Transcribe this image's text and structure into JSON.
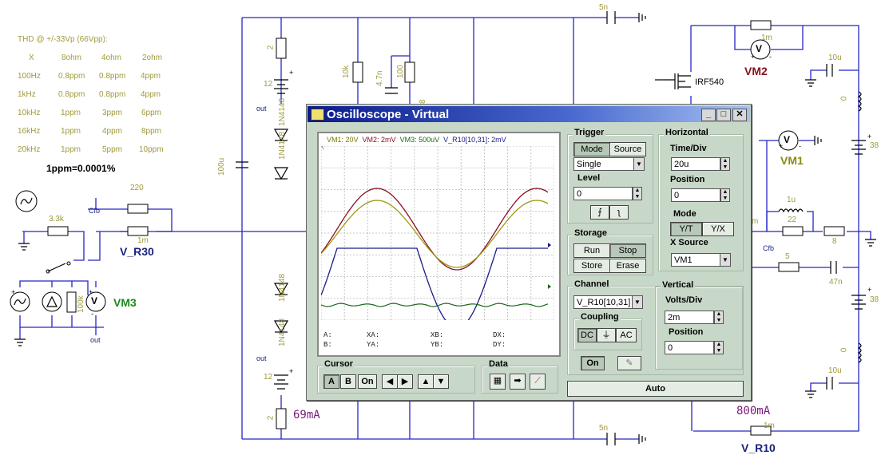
{
  "thd": {
    "title": "THD @ +/-33Vp (66Vpp):",
    "headers": [
      "X",
      "8ohm",
      "4ohm",
      "2ohm"
    ],
    "rows": [
      [
        "100Hz",
        "0.8ppm",
        "0.8ppm",
        "4ppm"
      ],
      [
        "1kHz",
        "0.8ppm",
        "0.8ppm",
        "4ppm"
      ],
      [
        "10kHz",
        "1ppm",
        "3ppm",
        "6ppm"
      ],
      [
        "16kHz",
        "1ppm",
        "4ppm",
        "8ppm"
      ],
      [
        "20kHz",
        "1ppm",
        "5ppm",
        "10ppm"
      ]
    ],
    "note": "1ppm=0.0001%"
  },
  "schematic": {
    "labels": {
      "c_5n_top": "5n",
      "c_5n_bottom": "5n",
      "r_2_top": "2",
      "r_2_bottom": "2",
      "v_12_top": "12",
      "v_12_bottom": "12",
      "out_top": "out",
      "out_bottom": "out",
      "out_vm3": "out",
      "diode_1": "1N4148",
      "diode_2": "1N4148",
      "diode_3": "1N4148",
      "diode_4": "1N4148",
      "c_100u": "100u",
      "r_10k": "10k",
      "c_4_7n": "4.7n",
      "r_100": "100",
      "r_partial_8": "8",
      "r_220": "220",
      "cfb_left": "Cfb",
      "r_3_3k": "3.3k",
      "r_1m_left": "1m",
      "v_r30": "V_R30",
      "r_100k": "100k",
      "vm3": "VM3",
      "mosfet": "IRF540",
      "r_1m_vm2": "1m",
      "vm2": "VM2",
      "c_10u_top": "10u",
      "c_10u_bottom": "10u",
      "l_0_top": "0",
      "l_0_bottom": "0",
      "v_38_top": "38",
      "v_38_bottom": "38",
      "vm1": "VM1",
      "l_1u": "1u",
      "r_22": "22",
      "r_8": "8",
      "cfb_right": "Cfb",
      "r_5": "5",
      "c_47n": "47n",
      "m_partial": "m",
      "current_left": "69mA",
      "current_right": "800mA",
      "r_1m_bottom": "1m",
      "v_r10": "V_R10",
      "plus": "+",
      "minus": "-"
    }
  },
  "oscilloscope": {
    "title": "Oscilloscope - Virtual",
    "window_buttons": {
      "minimize": "_",
      "maximize": "□",
      "close": "✕"
    },
    "channel_readout": [
      {
        "text": "VM1: 20V",
        "color": "#7a7a00"
      },
      {
        "text": "VM2: 2mV",
        "color": "#8a1020"
      },
      {
        "text": "VM3: 500uV",
        "color": "#1a6a1a"
      },
      {
        "text": "V_R10[10,31]: 2mV",
        "color": "#1a1a8a"
      }
    ],
    "cursor_readout": {
      "a": "A:",
      "b": "B:",
      "xa": "XA:",
      "ya": "YA:",
      "xb": "XB:",
      "yb": "YB:",
      "dx": "DX:",
      "dy": "DY:"
    },
    "trigger": {
      "label": "Trigger",
      "mode_label": "Mode",
      "source_label": "Source",
      "mode_value": "Single",
      "level_label": "Level",
      "level_value": "0"
    },
    "horizontal": {
      "label": "Horizontal",
      "time_div_label": "Time/Div",
      "time_div_value": "20u",
      "position_label": "Position",
      "position_value": "0",
      "mode_label": "Mode",
      "mode_yt": "Y/T",
      "mode_yx": "Y/X",
      "xsource_label": "X Source",
      "xsource_value": "VM1"
    },
    "storage": {
      "label": "Storage",
      "run": "Run",
      "stop": "Stop",
      "store": "Store",
      "erase": "Erase"
    },
    "channel": {
      "label": "Channel",
      "value": "V_R10[10,31]",
      "coupling_label": "Coupling",
      "dc": "DC",
      "gnd": "⏚",
      "ac": "AC",
      "on": "On"
    },
    "vertical": {
      "label": "Vertical",
      "volts_div_label": "Volts/Div",
      "volts_div_value": "2m",
      "position_label": "Position",
      "position_value": "0"
    },
    "cursor": {
      "label": "Cursor",
      "a": "A",
      "b": "B",
      "on": "On"
    },
    "data": {
      "label": "Data"
    },
    "auto": "Auto",
    "trace_colors": {
      "vm1": "#9a9a10",
      "vm2": "#8a1020",
      "vm3": "#1a6a1a",
      "v_r10": "#1a1a8a"
    }
  }
}
